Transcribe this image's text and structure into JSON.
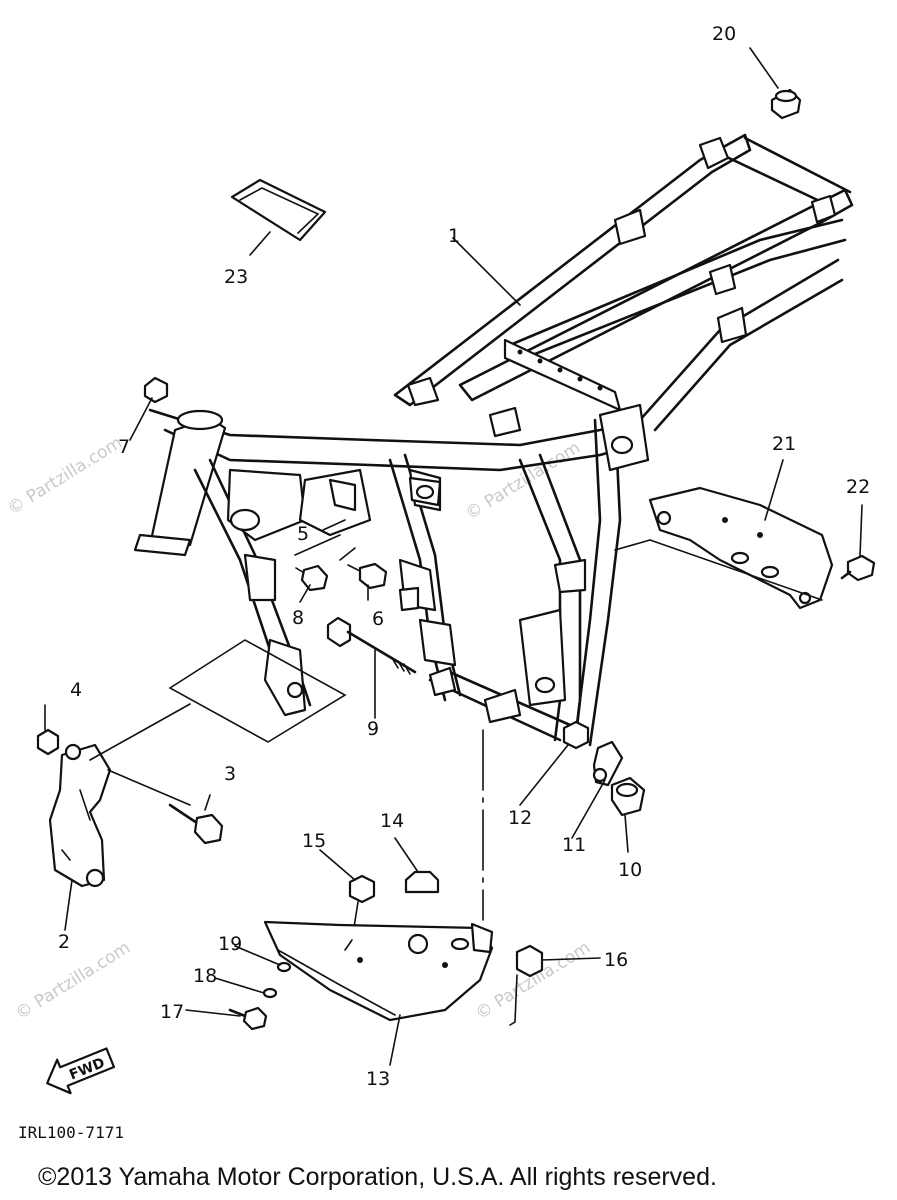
{
  "diagram": {
    "part_numbers": [
      "1",
      "2",
      "3",
      "4",
      "5",
      "6",
      "7",
      "8",
      "9",
      "10",
      "11",
      "12",
      "13",
      "14",
      "15",
      "16",
      "17",
      "18",
      "19",
      "20",
      "21",
      "22",
      "23"
    ],
    "fwd_label": "FWD",
    "drawing_code": "IRL100-7171",
    "watermark": "© Partzilla.com",
    "copyright": "©2013  Yamaha Motor Corporation, U.S.A. All rights reserved."
  }
}
